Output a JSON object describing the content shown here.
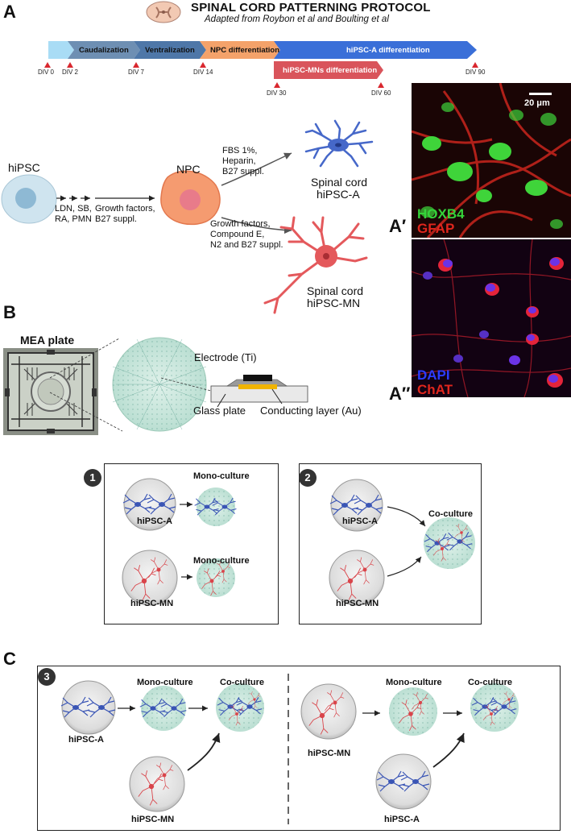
{
  "panels": {
    "a": "A",
    "a_prime": "A′",
    "a_double_prime": "A″",
    "b": "B",
    "c": "C"
  },
  "header": {
    "title": "SPINAL CORD PATTERNING PROTOCOL",
    "subtitle": "Adapted from Roybon et al and Boulting et al"
  },
  "timeline": {
    "stages": [
      "Caudalization",
      "Ventralization",
      "NPC differentiation",
      "hiPSC-A differentiation"
    ],
    "branch_stage": "hiPSC-MNs differentiation",
    "markers": [
      "DIV 0",
      "DIV 2",
      "DIV 7",
      "DIV 14",
      "DIV 30",
      "DIV 60",
      "DIV 90"
    ],
    "colors": {
      "light": "#a9dcf5",
      "steel": "#5f86ad",
      "orange": "#f4a26a",
      "blue": "#3a6fd8",
      "red_stage": "#d9545b"
    }
  },
  "protocol": {
    "hipsc": "hiPSC",
    "step1": [
      "LDN, SB,",
      "RA, PMN"
    ],
    "step2": [
      "Growth factors,",
      "B27 suppl."
    ],
    "npc": "NPC",
    "upper_conditions": [
      "FBS 1%,",
      "Heparin,",
      "B27 suppl."
    ],
    "lower_conditions": [
      "Growth factors,",
      "Compound E,",
      "N2 and B27 suppl."
    ],
    "astro_label": [
      "Spinal cord",
      "hiPSC-A"
    ],
    "mn_label": [
      "Spinal cord",
      "hiPSC-MN"
    ]
  },
  "micrographs": {
    "scale_bar": "20 μm",
    "top_markers": [
      "HOXB4",
      "GFAP"
    ],
    "bottom_markers": [
      "DAPI",
      "ChAT"
    ]
  },
  "mea": {
    "plate_label": "MEA plate",
    "electrode": "Electrode (Ti)",
    "glass": "Glass plate",
    "conducting": "Conducting layer (Au)"
  },
  "box1": {
    "number": "1",
    "mono_top": "Mono-culture",
    "cells_top": "hiPSC-A",
    "mono_bottom": "Mono-culture",
    "cells_bottom": "hiPSC-MN"
  },
  "box2": {
    "number": "2",
    "co": "Co-culture",
    "cells_top": "hiPSC-A",
    "cells_bottom": "hiPSC-MN"
  },
  "box3": {
    "number": "3",
    "left": {
      "cells": "hiPSC-A",
      "mono": "Mono-culture",
      "co": "Co-culture",
      "added": "hiPSC-MN"
    },
    "right": {
      "cells": "hiPSC-MN",
      "mono": "Mono-culture",
      "co": "Co-culture",
      "added": "hiPSC-A"
    }
  }
}
